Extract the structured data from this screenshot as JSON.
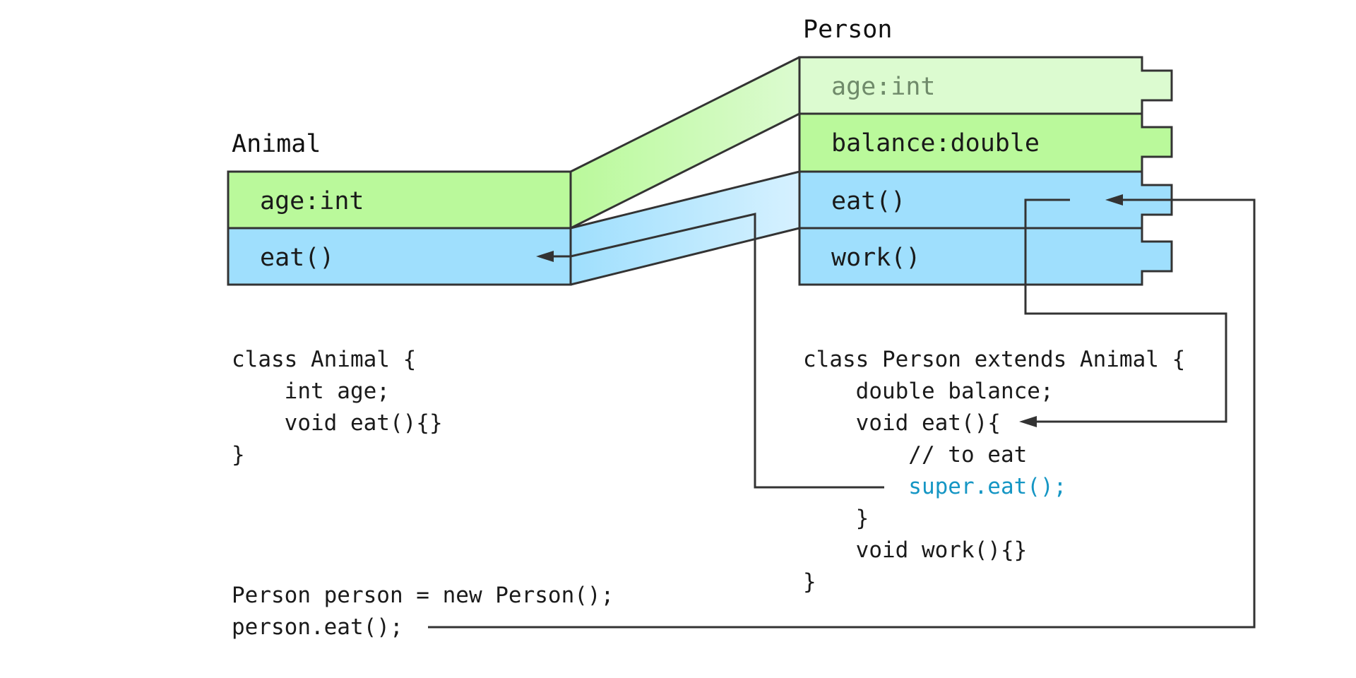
{
  "animal": {
    "title": "Animal",
    "fields": [
      "age:int",
      "eat()"
    ]
  },
  "person": {
    "title": "Person",
    "fields": [
      "age:int",
      "balance:double",
      "eat()",
      "work()"
    ]
  },
  "code": {
    "animal": [
      "class Animal {",
      "    int age;",
      "    void eat(){}",
      "}"
    ],
    "person": [
      "class Person extends Animal {",
      "    double balance;",
      "    void eat(){",
      "        // to eat",
      "        super.eat();",
      "    }",
      "    void work(){}",
      "}"
    ],
    "main": [
      "Person person = new Person();",
      "person.eat();"
    ]
  },
  "colors": {
    "inherited_field_fill": "#dcfbd0",
    "field_fill": "#baf99b",
    "method_fill": "#9fdffd",
    "highlight_text": "#1596c4",
    "line": "#333333"
  }
}
